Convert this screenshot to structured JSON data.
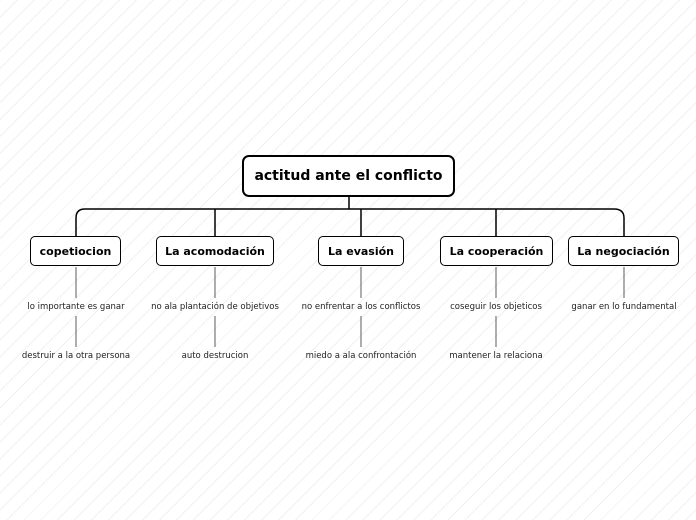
{
  "root": {
    "label": "actitud ante el conflicto"
  },
  "branches": [
    {
      "label": "copetiocion",
      "items": [
        "lo importante es ganar",
        "destruir a la otra persona"
      ]
    },
    {
      "label": "La acomodación",
      "items": [
        "no ala plantación de objetivos",
        "auto destrucion"
      ]
    },
    {
      "label": "La evasión",
      "items": [
        "no enfrentar a los conflictos",
        "miedo a ala confrontación"
      ]
    },
    {
      "label": "La cooperación",
      "items": [
        "coseguir los objeticos",
        "mantener la relaciona"
      ]
    },
    {
      "label": "La negociación",
      "items": [
        "ganar en lo fundamental"
      ]
    }
  ],
  "colors": {
    "line": "#000000",
    "node_border": "#000000",
    "background": "#ffffff"
  }
}
